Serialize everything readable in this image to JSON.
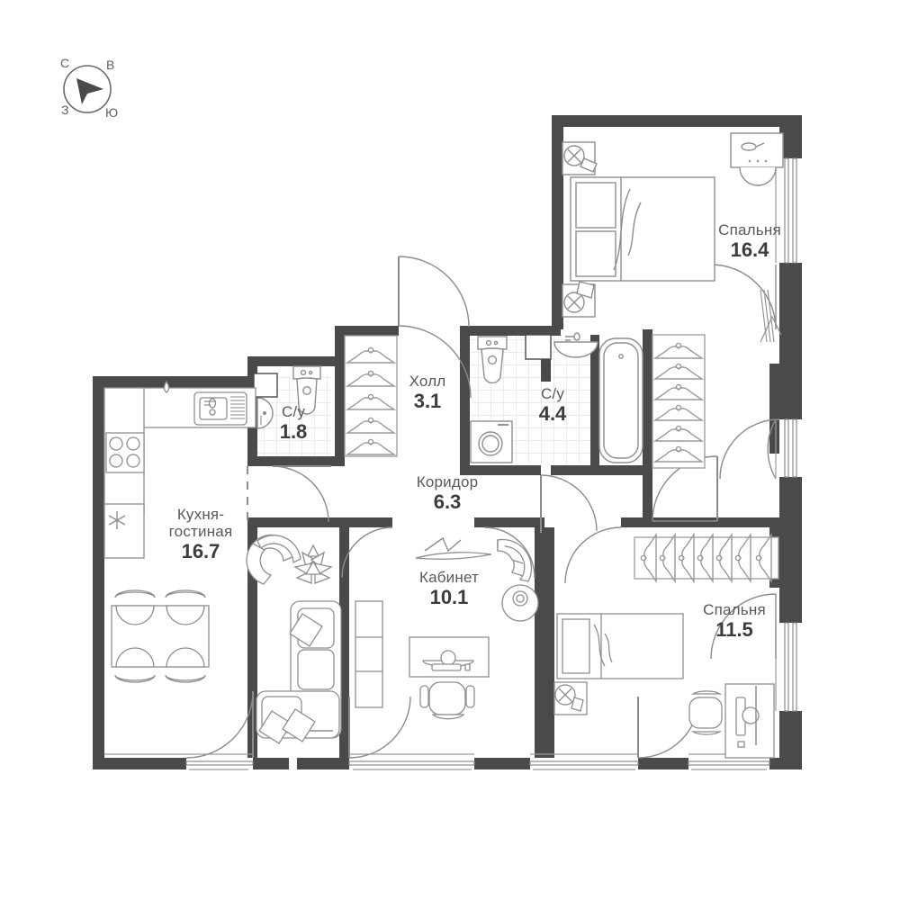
{
  "plan": {
    "type": "apartment-floor-plan",
    "units": "m2",
    "wall_color": "#4a4a4a",
    "interior_line_color": "#8c8c8c",
    "label_text_color": "#595959",
    "area_text_color": "#3c3c3c",
    "background": "#ffffff"
  },
  "compass": {
    "name": "compass-rose",
    "north": "С",
    "east": "В",
    "west": "З",
    "south": "Ю",
    "arrow_direction": "east-north-east"
  },
  "rooms": [
    {
      "id": "bedroom-main",
      "name": "Спальня",
      "area": "16.4"
    },
    {
      "id": "hall",
      "name": "Холл",
      "area": "3.1"
    },
    {
      "id": "wc-small",
      "name": "С/у",
      "area": "1.8"
    },
    {
      "id": "bathroom",
      "name": "С/у",
      "area": "4.4"
    },
    {
      "id": "corridor",
      "name": "Коридор",
      "area": "6.3"
    },
    {
      "id": "kitchen",
      "name": "Кухня-",
      "name2": "гостиная",
      "area": "16.7"
    },
    {
      "id": "study",
      "name": "Кабинет",
      "area": "10.1"
    },
    {
      "id": "bedroom-small",
      "name": "Спальня",
      "area": "11.5"
    }
  ],
  "furniture": {
    "bedroom_main": [
      "double-bed",
      "nightstand-lamp-left-top",
      "nightstand-lamp-left-bottom",
      "dresser-top-right",
      "round-stool"
    ],
    "bedroom_small": [
      "single-bed",
      "nightstand-lamp",
      "desk",
      "office-chair",
      "wardrobe-hangers"
    ],
    "kitchen": [
      "sink",
      "cooktop-4-burner",
      "refrigerator",
      "countertop",
      "dining-table",
      "chair",
      "chair",
      "chair",
      "chair"
    ],
    "living": [
      "armchair",
      "plant",
      "corner-sofa",
      "cushion",
      "cushion",
      "cushion"
    ],
    "study": [
      "desk",
      "monitor",
      "keyboard",
      "office-chair",
      "armchair",
      "side-table",
      "shelf-unit"
    ],
    "bathroom": [
      "toilet",
      "washbasin",
      "washing-machine",
      "bathtub"
    ],
    "wc_small": [
      "toilet",
      "washbasin"
    ],
    "wardrobes": [
      "hanger-rail-hall-5",
      "hanger-rail-bath-6",
      "hanger-rail-bedroom-7"
    ]
  }
}
